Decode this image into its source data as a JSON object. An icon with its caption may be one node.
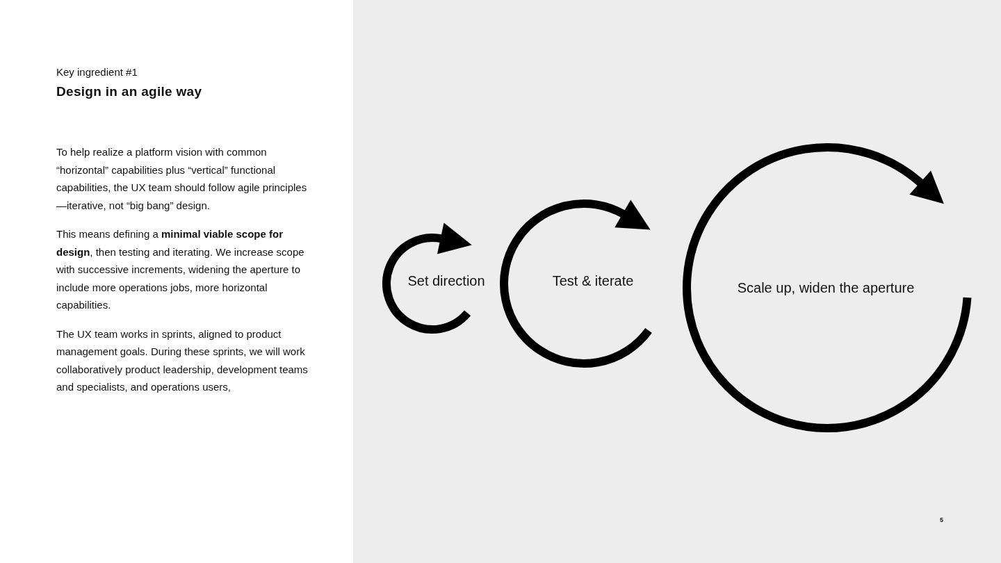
{
  "diagram": {
    "title": "Design in an agile way",
    "nodes": [
      {
        "text": [
          "Set direction"
        ]
      },
      {
        "text": [
          "Test & iterate"
        ]
      },
      {
        "text": [
          "Scale up, widen the aperture"
        ]
      }
    ],
    "labels": [
      "Key ingredient #1",
      "To help realize a platform vision with common “horizontal” capabilities plus “vertical” functional capabilities, the UX team should follow agile principles —iterative, not “big bang” design.",
      "This means defining a **minimal viable scope for design**, then testing and iterating. We increase scope with successive increments, widening the aperture to include more operations jobs, more horizontal capabilities.",
      "The UX team works in sprints, aligned to product management goals. During these sprints, we will work collaboratively product leadership, development teams and specialists, and operations users,",
      "5"
    ]
  }
}
